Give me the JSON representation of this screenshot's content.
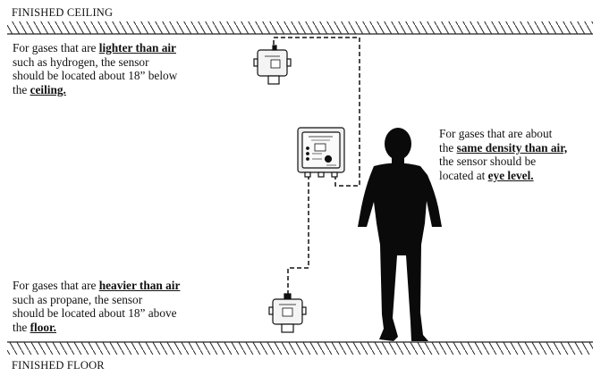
{
  "labels": {
    "ceiling": "FINISHED CEILING",
    "floor": "FINISHED FLOOR"
  },
  "notes": {
    "lighter": {
      "l1_pre": "For gases that are ",
      "l1_em": "lighter than air",
      "l2": "such as hydrogen, the sensor",
      "l3": "should be located about 18” below",
      "l4_pre": "the ",
      "l4_em": "ceiling."
    },
    "same": {
      "l1": "For gases that are about",
      "l2_pre": "the ",
      "l2_em": "same density than air,",
      "l3": "the sensor should be",
      "l4_pre": "located at ",
      "l4_em": "eye level."
    },
    "heavier": {
      "l1_pre": "For gases that are ",
      "l1_em": "heavier than air",
      "l2": "such as propane, the sensor",
      "l3": "should be located about 18” above",
      "l4_pre": "the ",
      "l4_em": "floor."
    }
  },
  "colors": {
    "ink": "#111111",
    "silhouette": "#0a0a0a",
    "device_fill": "#f4f4f4"
  },
  "icons": {
    "person": "person-silhouette-icon",
    "controller": "gas-controller-icon",
    "sensor": "gas-sensor-icon"
  }
}
